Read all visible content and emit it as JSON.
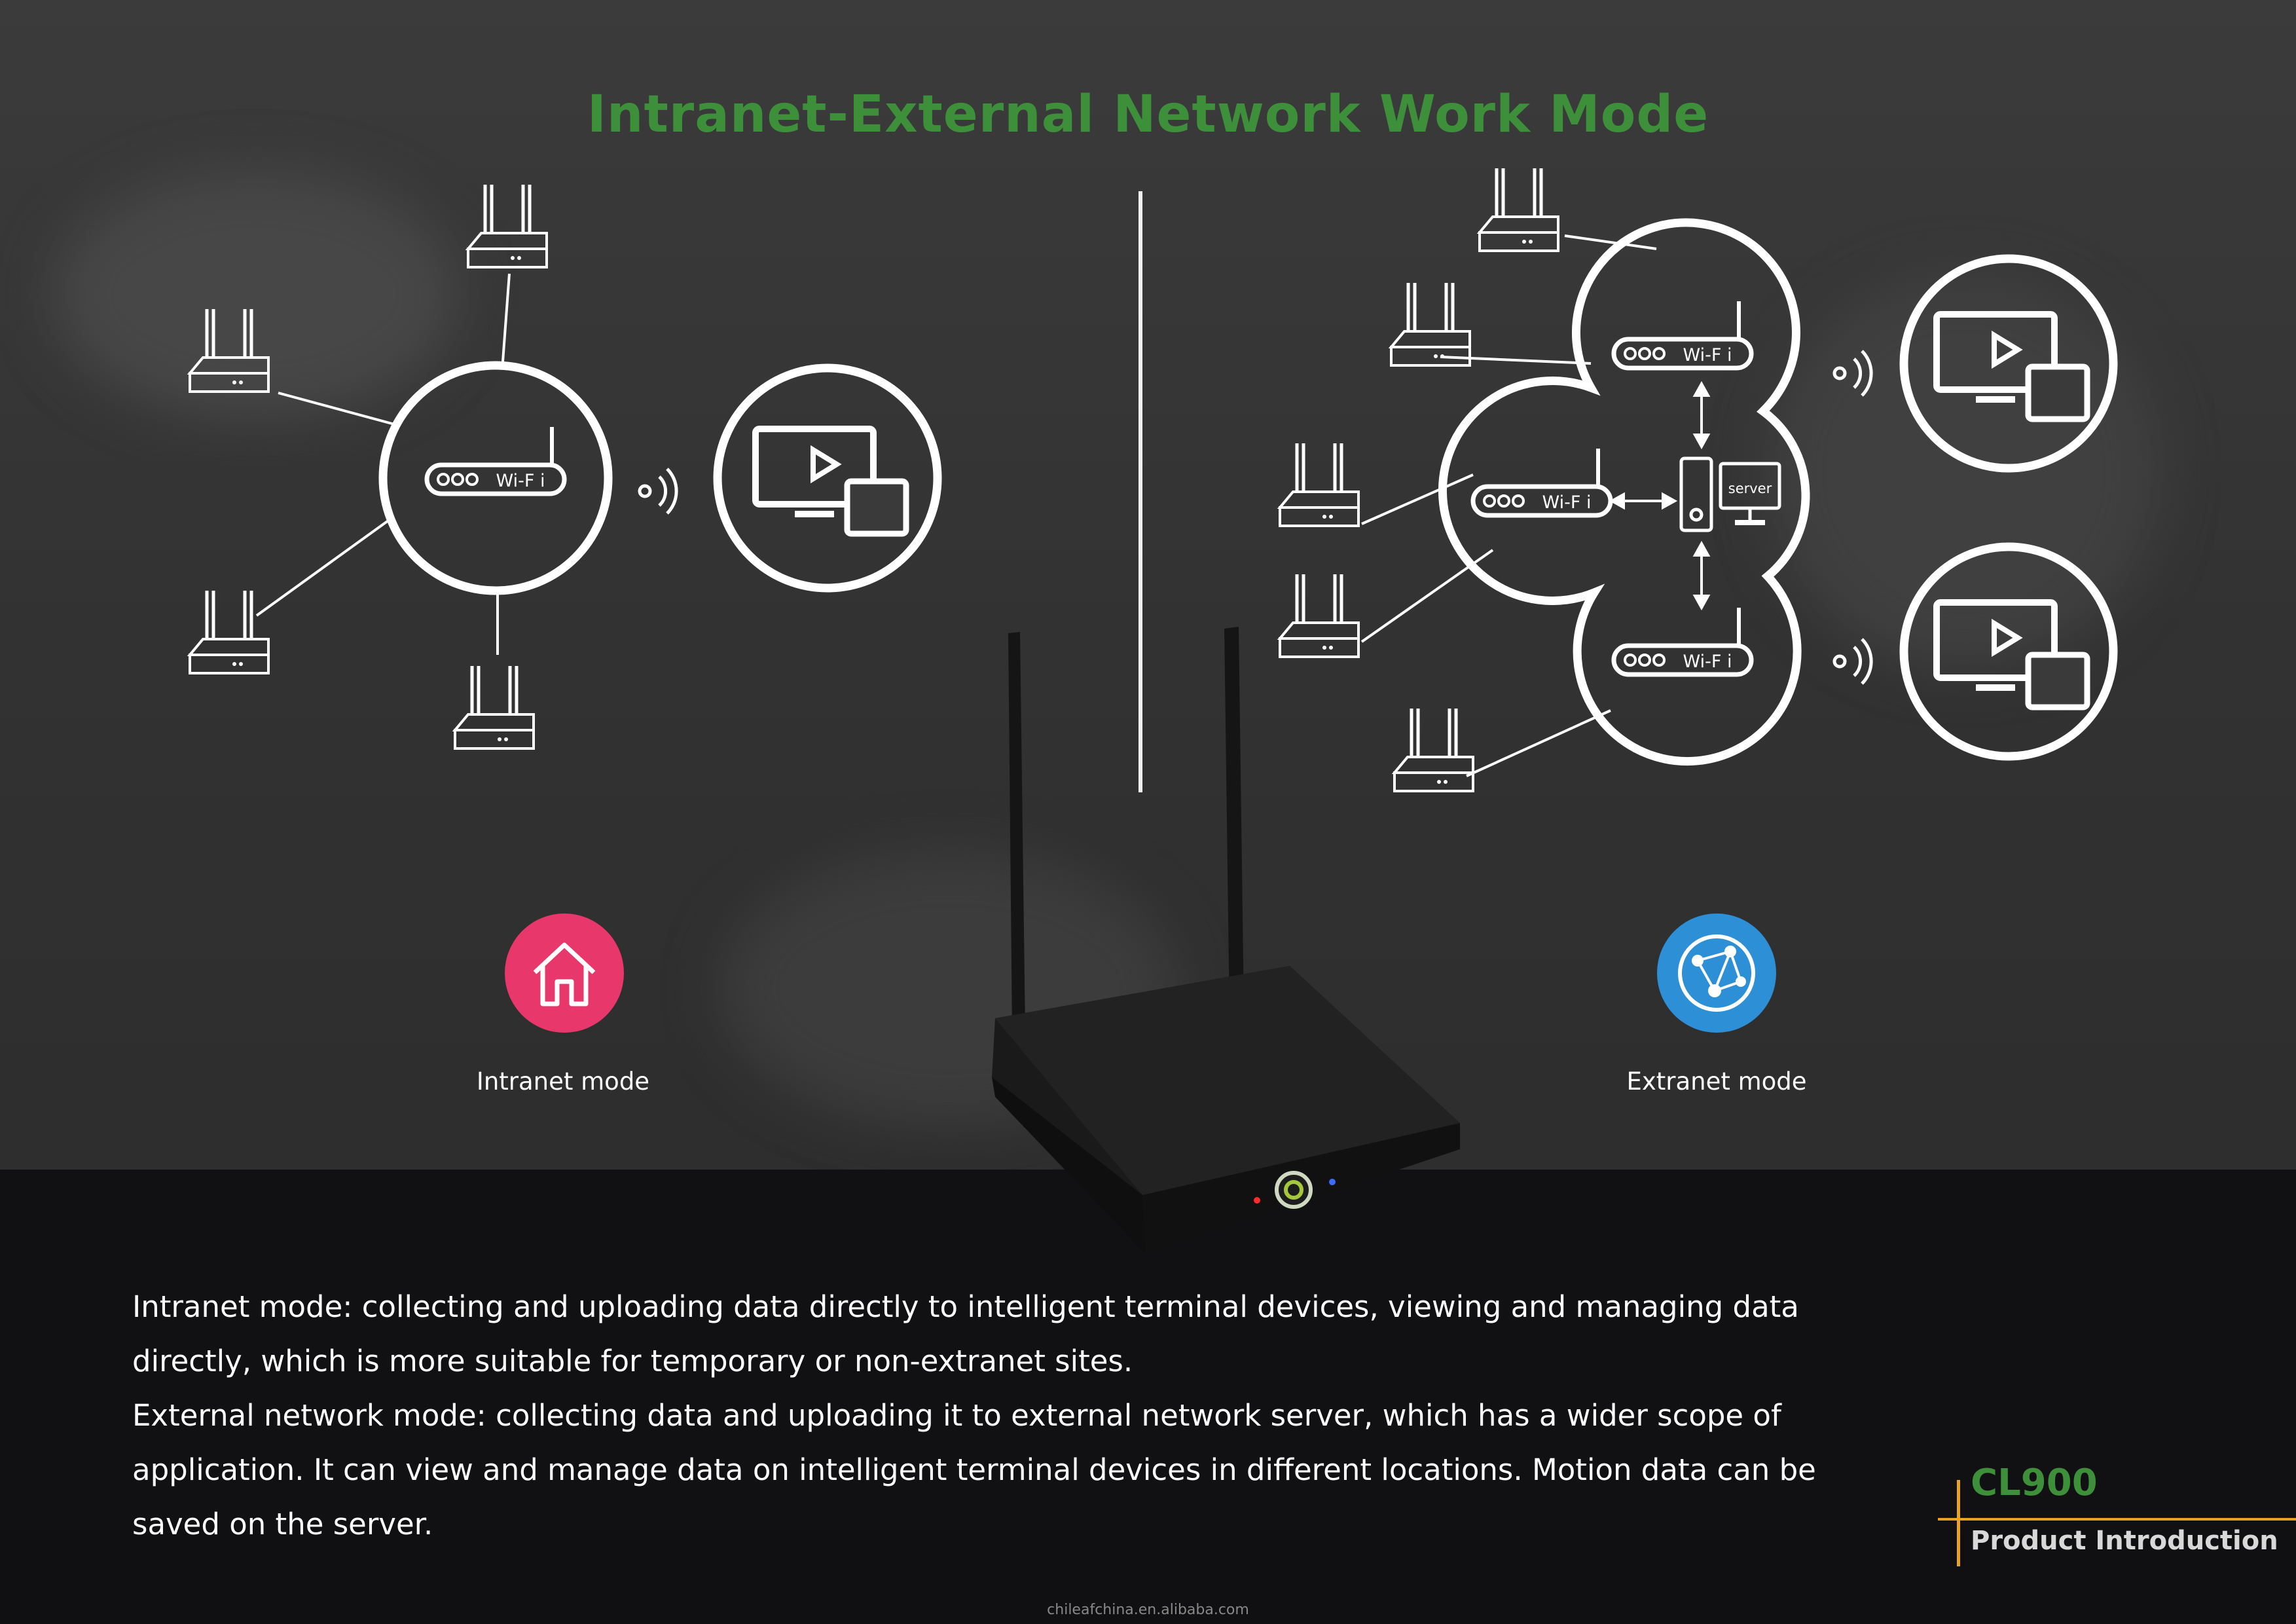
{
  "title": "Intranet-External Network Work Mode",
  "diagram": {
    "wifi_label": "Wi-F i",
    "server_label": "server"
  },
  "modes": {
    "intranet": {
      "label": "Intranet mode",
      "color": "#e8386b",
      "icon": "house-icon"
    },
    "extranet": {
      "label": "Extranet mode",
      "color": "#2d8fd6",
      "icon": "globe-network-icon"
    }
  },
  "description": [
    "Intranet mode: collecting and uploading data directly to intelligent terminal devices, viewing and managing data directly, which is more suitable for temporary or non-extranet sites.",
    "External network mode: collecting data and uploading it to external network server, which has a wider scope of application. It can view and manage data on intelligent terminal devices in different locations. Motion data can be saved on the server."
  ],
  "brand": {
    "model": "CL900",
    "subtitle": "Product Introduction"
  },
  "watermark": "chileafchina.en.alibaba.com",
  "colors": {
    "title_green": "#3d8f3a",
    "accent_orange": "#e8a21d"
  }
}
